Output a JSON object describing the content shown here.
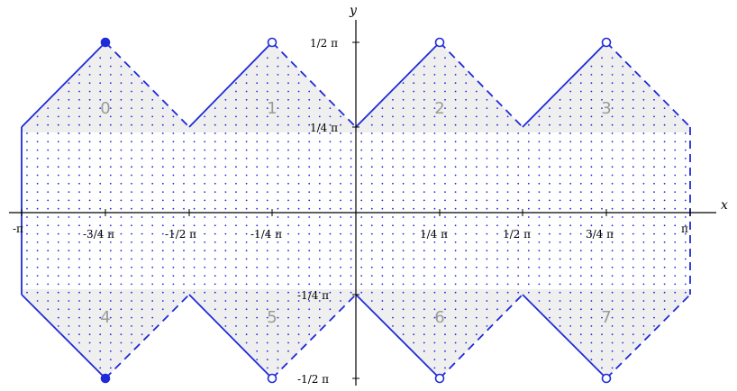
{
  "diagram": {
    "axes": {
      "x_name": "x",
      "y_name": "y",
      "x_ticks": [
        "-π",
        "-3/4 π",
        "-1/2 π",
        "-1/4 π",
        "1/4 π",
        "1/2 π",
        "3/4 π",
        "π"
      ],
      "y_ticks": [
        "1/2 π",
        "1/4 π",
        "-1/4 π",
        "-1/2 π"
      ]
    },
    "region_labels": [
      "0",
      "1",
      "2",
      "3",
      "4",
      "5",
      "6",
      "7"
    ],
    "colors": {
      "boundary": "#1f2bd8",
      "dots": "#1f2bd8",
      "band_fill": "#efefef",
      "label": "#9a9a9a",
      "axis": "#000000"
    }
  }
}
